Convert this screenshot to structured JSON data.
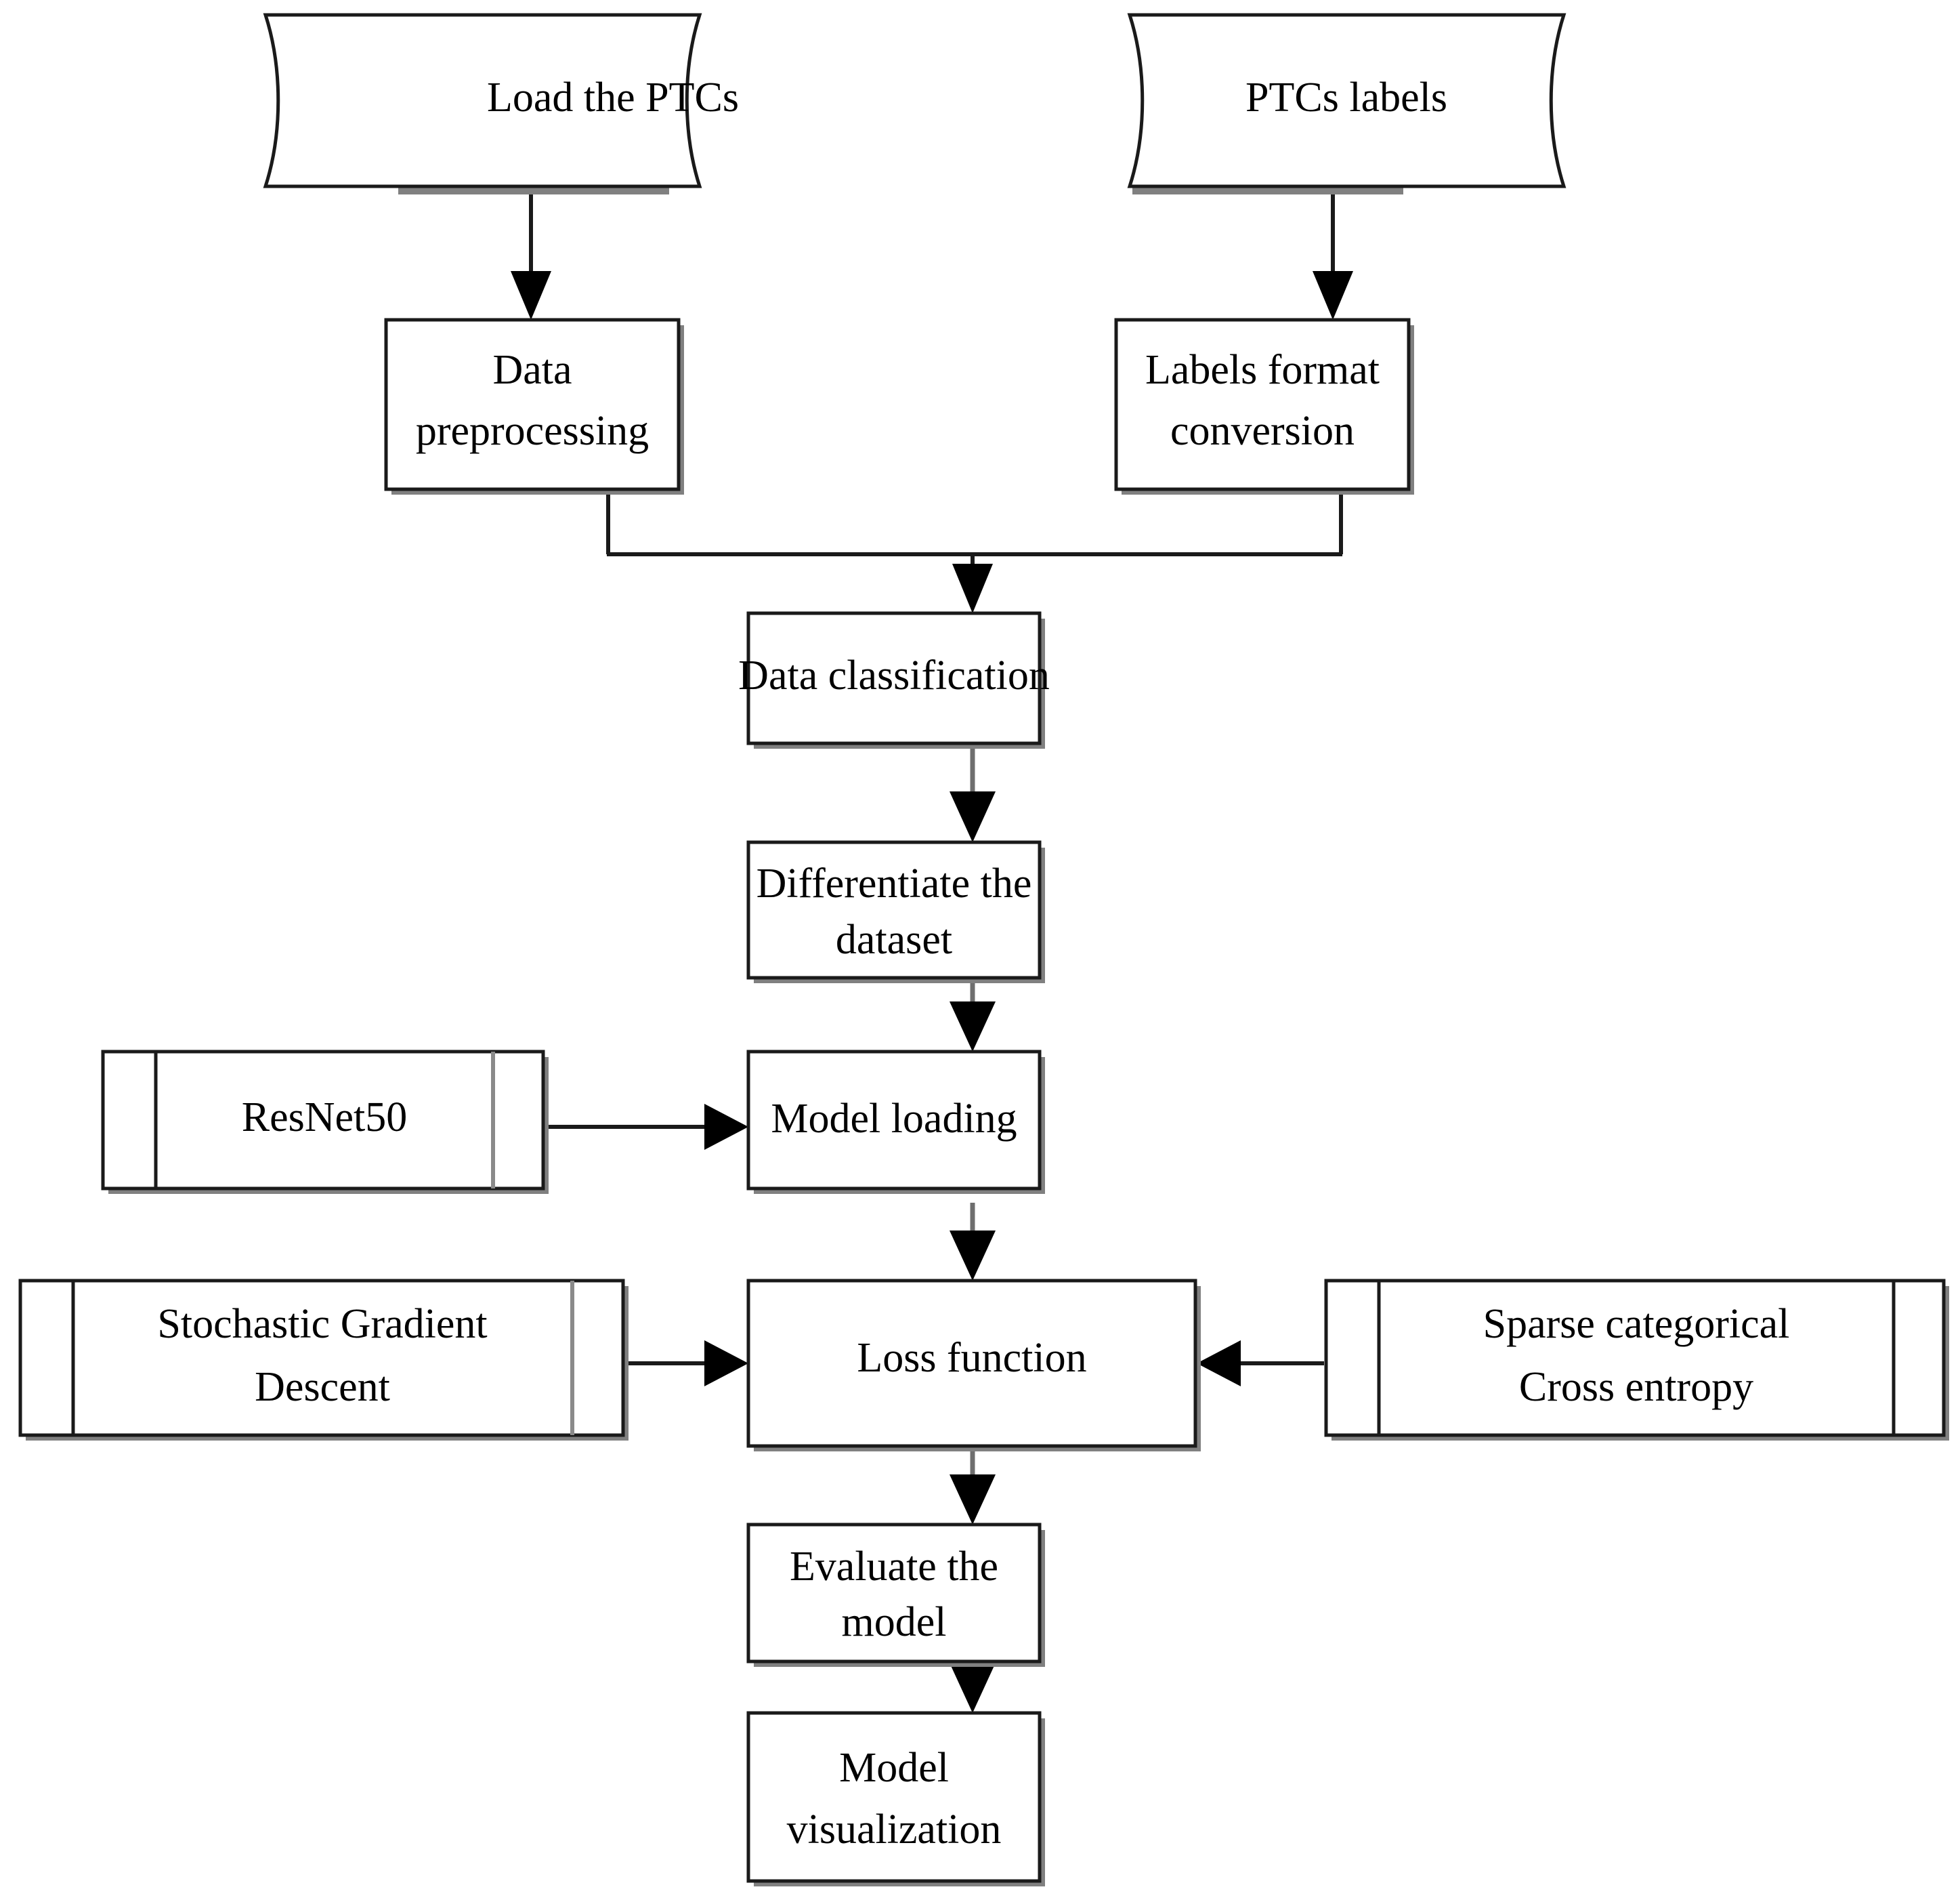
{
  "diagram": {
    "title": "Model training workflow flowchart",
    "background_color": "#ffffff",
    "line_color": "#1a1a1a",
    "shadow_color": "#808080",
    "text_color": "#000000"
  },
  "nodes": {
    "load_ptcs": {
      "label": "Load the PTCs",
      "shape": "punched-tape"
    },
    "ptcs_labels": {
      "label": "PTCs labels",
      "shape": "punched-tape"
    },
    "data_preprocessing_line1": "Data",
    "data_preprocessing_line2": "preprocessing",
    "labels_conversion_line1": "Labels format",
    "labels_conversion_line2": "conversion",
    "data_classification": {
      "label": "Data classification",
      "shape": "process"
    },
    "differentiate_line1": "Differentiate the",
    "differentiate_line2": "dataset",
    "model_loading": {
      "label": "Model loading",
      "shape": "process"
    },
    "resnet50": {
      "label": "ResNet50",
      "shape": "predefined-process"
    },
    "loss_function": {
      "label": "Loss function",
      "shape": "process"
    },
    "sgd_line1": "Stochastic Gradient",
    "sgd_line2": "Descent",
    "sparse_line1": "Sparse categorical",
    "sparse_line2": "Cross entropy",
    "evaluate_line1": "Evaluate the",
    "evaluate_line2": "model",
    "visualization_line1": "Model",
    "visualization_line2": "visualization"
  },
  "edges": [
    {
      "from": "load_ptcs",
      "to": "data_preprocessing",
      "direction": "down"
    },
    {
      "from": "ptcs_labels",
      "to": "labels_conversion",
      "direction": "down"
    },
    {
      "from": "data_preprocessing",
      "to": "data_classification",
      "direction": "down-merge"
    },
    {
      "from": "labels_conversion",
      "to": "data_classification",
      "direction": "down-merge"
    },
    {
      "from": "data_classification",
      "to": "differentiate",
      "direction": "down"
    },
    {
      "from": "differentiate",
      "to": "model_loading",
      "direction": "down"
    },
    {
      "from": "resnet50",
      "to": "model_loading",
      "direction": "right"
    },
    {
      "from": "model_loading",
      "to": "loss_function",
      "direction": "down"
    },
    {
      "from": "sgd",
      "to": "loss_function",
      "direction": "right"
    },
    {
      "from": "sparse_cross_entropy",
      "to": "loss_function",
      "direction": "left"
    },
    {
      "from": "loss_function",
      "to": "evaluate",
      "direction": "down"
    },
    {
      "from": "evaluate",
      "to": "visualization",
      "direction": "down"
    }
  ]
}
